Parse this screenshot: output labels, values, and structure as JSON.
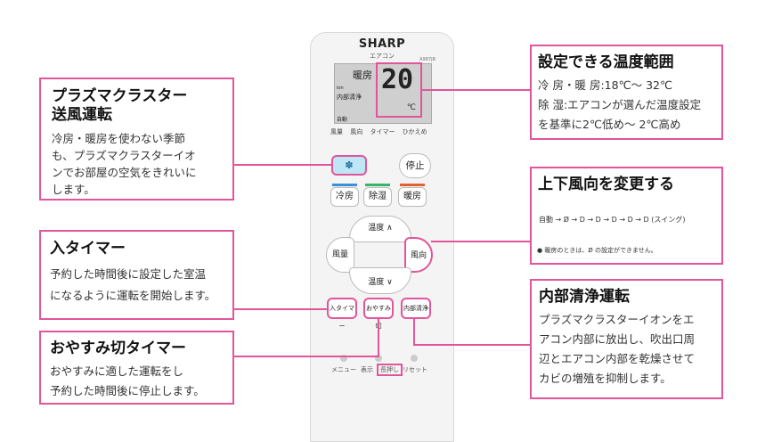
{
  "remote": {
    "brand": "SHARP",
    "subbrand": "エアコン",
    "model": "A987JB",
    "lcd": {
      "mode": "暖房",
      "ion": "ion",
      "inside": "内部清浄",
      "auto": "自動",
      "temp": "20",
      "unit": "℃",
      "labels": "風量 風向 タイマー ひかえめ"
    },
    "plasma_icon": "plasma-cluster-icon",
    "stop": "停止",
    "modes": [
      "冷房",
      "除湿",
      "暖房"
    ],
    "mode_colors": [
      "#3b8fd6",
      "#3ab36a",
      "#e0622f"
    ],
    "temp_up": "温度 ∧",
    "temp_down": "温度 ∨",
    "fan": "風量",
    "direction": "風向",
    "timer_on": "入タイマー",
    "timer_sleep": "おやすみ切",
    "inner_clean": "内部清浄",
    "menu": "メニュー",
    "display": "表示",
    "hold": "長押し",
    "reset": "リセット"
  },
  "callouts": {
    "plasma": {
      "title_1": "プラズマクラスター",
      "title_2": "送風運転",
      "text_1": "冷房・暖房を使わない季節",
      "text_2": "も、プラズマクラスターイオ",
      "text_3": "ンでお部屋の空気をきれいに",
      "text_4": "します。"
    },
    "timer_on": {
      "title": "入タイマー",
      "text_1": "予約した時間後に設定した室温",
      "text_2": "になるように運転を開始します。"
    },
    "sleep_timer": {
      "title": "おやすみ切タイマー",
      "text_1": "おやすみに適した運転をし",
      "text_2": "予約した時間後に停止します。"
    },
    "temp_range": {
      "title": "設定できる温度範囲",
      "text_1": "冷 房・暖 房:18℃～ 32℃",
      "text_2": "除 湿:エアコンが選んだ温度設定",
      "text_3": "を基準に2℃低め～ 2℃高め"
    },
    "wind_dir": {
      "title": "上下風向を変更する",
      "sequence": "自動 → D̸ → D → D → D → D → D (スイング)",
      "note": "● 暖房のときは、D̸ の設定ができません。"
    },
    "inner_clean": {
      "title": "内部清浄運転",
      "text_1": "プラズマクラスターイオンをエ",
      "text_2": "アコン内部に放出し、吹出口周",
      "text_3": "辺とエアコン内部を乾燥させて",
      "text_4": "カビの増殖を抑制します。"
    }
  }
}
